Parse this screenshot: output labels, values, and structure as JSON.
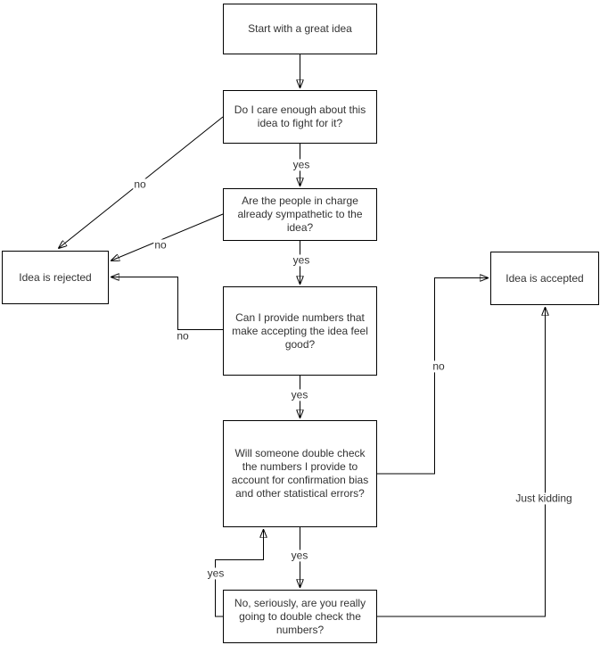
{
  "diagram": {
    "type": "flowchart",
    "colors": {
      "line": "#000000",
      "box_border": "#000000",
      "box_fill": "#ffffff",
      "text": "#333333",
      "canvas": "#ffffff"
    },
    "nodes": [
      {
        "id": "start",
        "label": "Start with a great idea"
      },
      {
        "id": "care",
        "label": "Do I care enough about this idea to fight for it?"
      },
      {
        "id": "sympathetic",
        "label": "Are the people in charge already sympathetic to the idea?"
      },
      {
        "id": "numbers",
        "label": "Can I provide numbers that make accepting the idea feel good?"
      },
      {
        "id": "doublecheck",
        "label": "Will someone double check the numbers I provide to account for confirmation bias and other statistical errors?"
      },
      {
        "id": "seriously",
        "label": "No, seriously, are you really going to double check the numbers?"
      },
      {
        "id": "rejected",
        "label": "Idea is rejected"
      },
      {
        "id": "accepted",
        "label": "Idea is accepted"
      }
    ],
    "edges": [
      {
        "from": "start",
        "to": "care",
        "label": ""
      },
      {
        "from": "care",
        "to": "sympathetic",
        "label": "yes"
      },
      {
        "from": "care",
        "to": "rejected",
        "label": "no"
      },
      {
        "from": "sympathetic",
        "to": "numbers",
        "label": "yes"
      },
      {
        "from": "sympathetic",
        "to": "rejected",
        "label": "no"
      },
      {
        "from": "numbers",
        "to": "doublecheck",
        "label": "yes"
      },
      {
        "from": "numbers",
        "to": "rejected",
        "label": "no"
      },
      {
        "from": "doublecheck",
        "to": "seriously",
        "label": "yes"
      },
      {
        "from": "doublecheck",
        "to": "accepted",
        "label": "no"
      },
      {
        "from": "seriously",
        "to": "doublecheck",
        "label": "yes"
      },
      {
        "from": "seriously",
        "to": "accepted",
        "label": "Just kidding"
      }
    ]
  }
}
